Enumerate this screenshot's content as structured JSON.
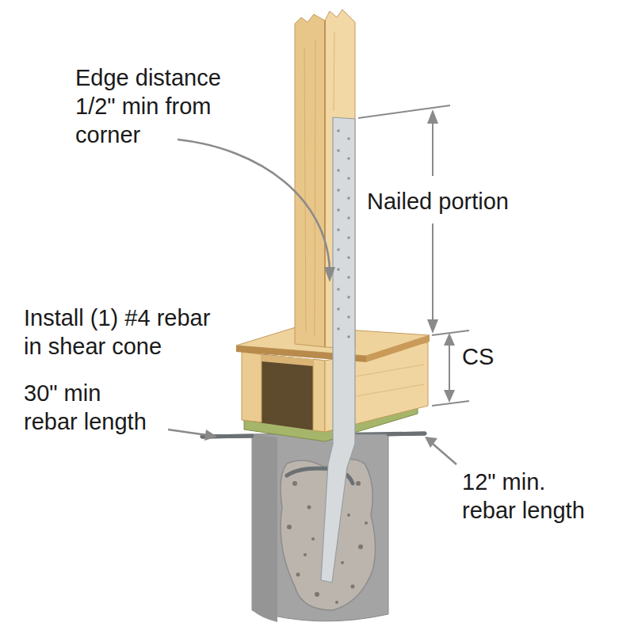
{
  "diagram": {
    "labels": [
      "Edge distance 1/2\" min from corner",
      "Nailed portion",
      "Install (1) #4 rebar in shear cone",
      "30\" min rebar length",
      "CS",
      "12\" min. rebar length"
    ]
  }
}
